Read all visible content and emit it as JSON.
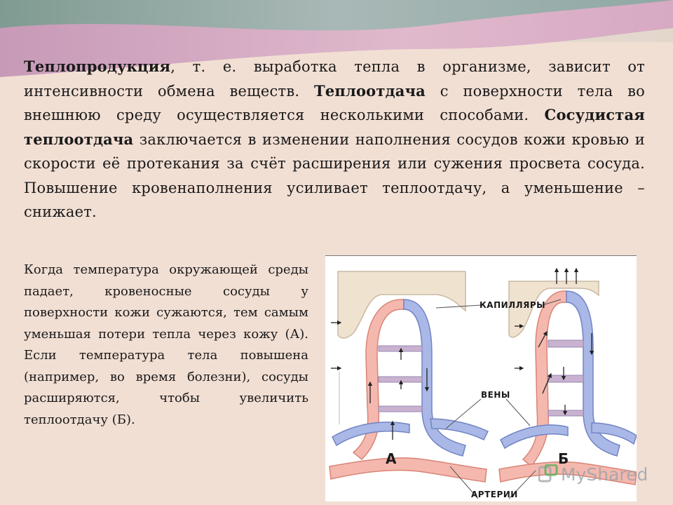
{
  "paragraph_main": {
    "p1_bold": "Теплопродукция",
    "p1_text": ", т. е. выработка тепла в организме, зависит от интенсивности обмена веществ. ",
    "p2_bold": "Теплоотдача",
    "p2_text": " с поверхности тела во внешнюю среду осуществляется несколькими способами. ",
    "p3_bold": "Сосудистая теплоотдача",
    "p3_text": " заключается в изменении наполнения сосудов кожи кровью и скорости её протекания за счёт расширения или сужения просвета сосуда. Повышение кровенаполнения усиливает теплоотдачу, а уменьшение – снижает."
  },
  "paragraph_side": "Когда температура окружающей среды падает, кровеносные сосуды у поверхности кожи сужаются, тем самым уменьшая потери тепла через кожу (А). Если температура тела повышена (например, во время болезни), сосуды расширяются, чтобы увеличить теплоотдачу (Б).",
  "figure": {
    "label_capillaries": "КАПИЛЛЯРЫ",
    "label_veins": "ВЕНЫ",
    "label_arteries": "АРТЕРИИ",
    "label_a": "А",
    "label_b": "Б"
  },
  "watermark": {
    "text": "MyShared"
  },
  "colors": {
    "background": "#f2dfd4",
    "artery": "#f4b8ae",
    "vein": "#a9b8e6",
    "skin": "#efe2cf"
  }
}
